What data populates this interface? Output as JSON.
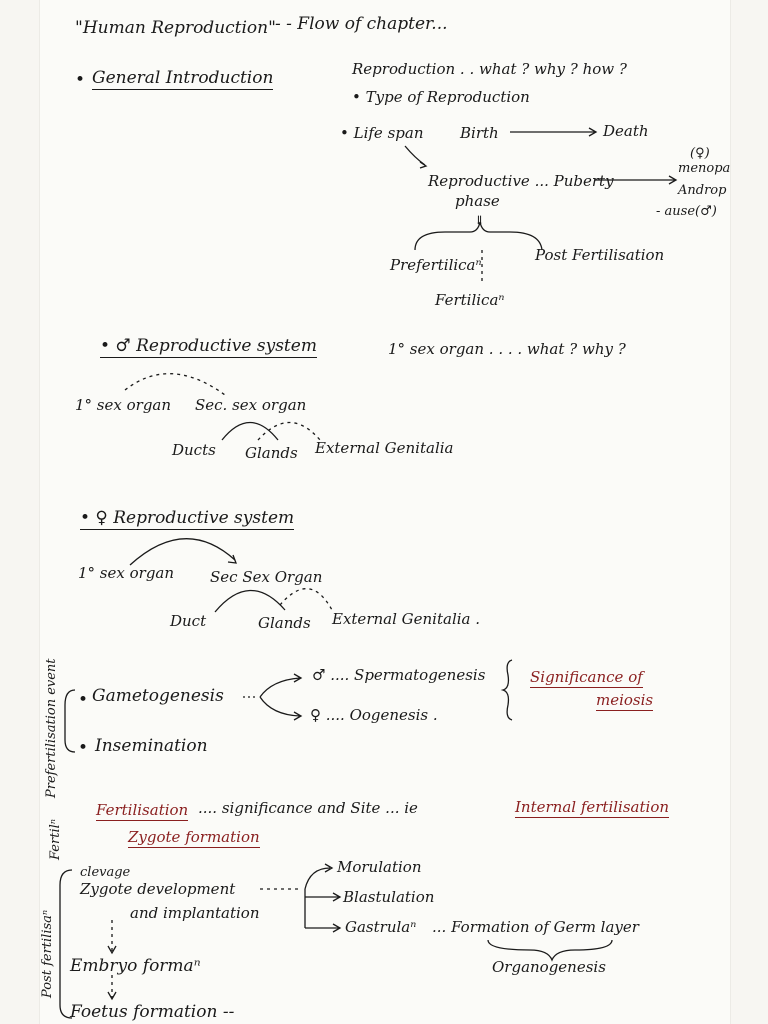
{
  "header": {
    "title": "\"Human Reproduction\"",
    "subtitle": "- - Flow of chapter..."
  },
  "general": {
    "bullet": "•",
    "heading": "General Introduction",
    "reproduction_q": "Reproduction . . what ? why ? how ?",
    "type": "• Type of Reproduction",
    "lifespan": "• Life span",
    "birth": "Birth",
    "death": "Death",
    "repro_phase_1": "Reproductive ... Puberty",
    "repro_phase_2": "phase",
    "menopause_1": "(♀)",
    "menopause_2": "menopa",
    "menopause_3": "Androp",
    "menopause_4": "- ause(♂)",
    "arrow_down": "⇓",
    "prefert": "Prefertilicaⁿ",
    "postfert": "Post Fertilisation",
    "fert": "Fertilicaⁿ"
  },
  "male": {
    "heading": "• ♂ Reproductive system",
    "primary_q": "1° sex organ . . . . what ? why ?",
    "primary": "1° sex organ",
    "secondary": "Sec. sex organ",
    "ducts": "Ducts",
    "glands": "Glands",
    "external": "External Genitalia"
  },
  "female": {
    "heading": "• ♀ Reproductive system",
    "primary": "1° sex organ",
    "secondary": "Sec Sex Organ",
    "duct": "Duct",
    "glands": "Glands",
    "external": "External Genitalia ."
  },
  "gametogenesis": {
    "side_label": "Prefertilisation event",
    "bullet": "•",
    "heading": "Gametogenesis",
    "male_branch": "♂ .... Spermatogenesis",
    "female_branch": "♀ .... Oogenesis .",
    "significance_1": "Significance of",
    "significance_2": "meiosis",
    "insemination": "Insemination"
  },
  "fertilisation": {
    "side_label": "Fertilⁿ",
    "heading": "Fertilisation",
    "rest": ".... significance and Site ... ie",
    "internal": "Internal fertilisation",
    "zygote": "Zygote formation"
  },
  "postfert": {
    "side_label": "Post fertilisaⁿ",
    "clevage": "clevage",
    "zygote_dev": "Zygote development",
    "implantation": "and implantation",
    "morulation": "Morulation",
    "blastulation": "Blastulation",
    "gastrulation": "Gastrulaⁿ",
    "formation": "... Formation of Germ layer",
    "organogenesis": "Organogenesis",
    "embryo": "Embryo formaⁿ",
    "foetus": "Foetus formation --"
  },
  "colors": {
    "ink": "#1a1a1a",
    "red": "#8a1f1f",
    "paper": "#fbfbf8"
  }
}
